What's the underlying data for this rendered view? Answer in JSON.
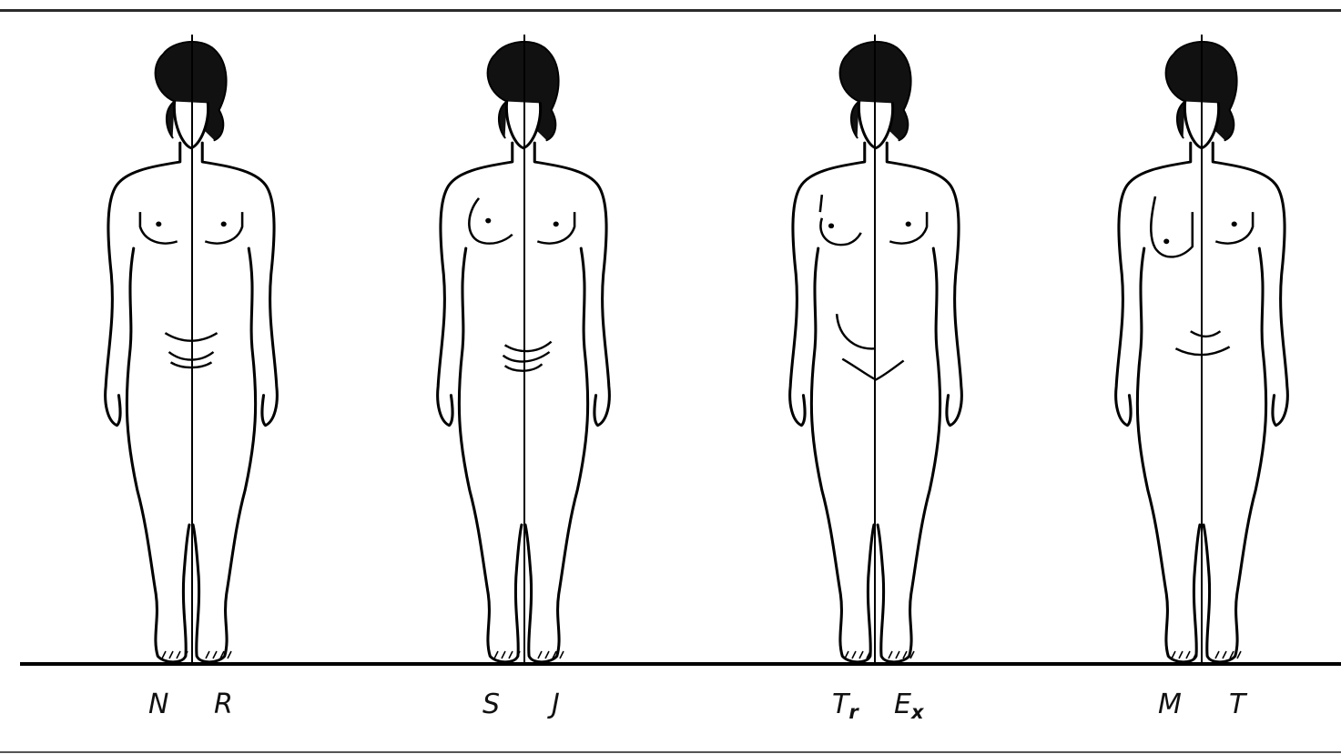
{
  "figures": [
    {
      "left_label": "N",
      "left_sub": "",
      "right_label": "R",
      "right_sub": ""
    },
    {
      "left_label": "S",
      "left_sub": "",
      "right_label": "J",
      "right_sub": ""
    },
    {
      "left_label": "T",
      "left_sub": "r",
      "right_label": "E",
      "right_sub": "x"
    },
    {
      "left_label": "M",
      "left_sub": "",
      "right_label": "T",
      "right_sub": ""
    }
  ]
}
